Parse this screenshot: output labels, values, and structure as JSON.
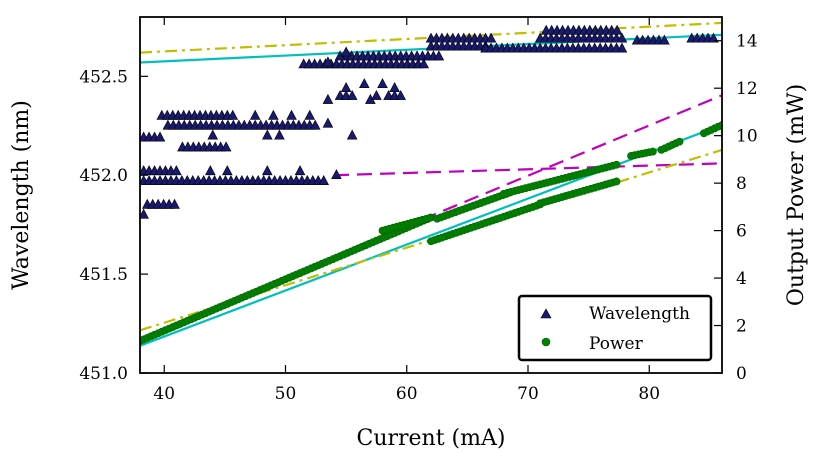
{
  "chart_data": {
    "type": "scatter",
    "xlabel": "Current (mA)",
    "ylabel_left": "Wavelength (nm)",
    "ylabel_right": "Output Power (mW)",
    "xlim": [
      38,
      86
    ],
    "ylim_left": [
      451.0,
      452.8
    ],
    "ylim_right": [
      0,
      15
    ],
    "xticks": [
      "40",
      "50",
      "60",
      "70",
      "80"
    ],
    "yticks_left": [
      "451.0",
      "451.5",
      "452.0",
      "452.5"
    ],
    "yticks_right": [
      "0",
      "2",
      "4",
      "6",
      "8",
      "10",
      "12",
      "14"
    ],
    "legend": {
      "position": "lower-right",
      "entries": [
        "Wavelength",
        "Power"
      ]
    },
    "colors": {
      "wavelength_marker": "#191970",
      "power_marker": "#008000",
      "power_marker_edge": "#006400",
      "fit_cyan": "#00bfbf",
      "fit_yellow": "#bfbf00",
      "fit_magenta": "#bf00bf"
    },
    "wavelength_segments": [
      {
        "x0": 38.3,
        "x1": 38.7,
        "step": 0.5,
        "y": 451.8
      },
      {
        "x0": 38.6,
        "x1": 41.2,
        "step": 0.45,
        "y": 451.85
      },
      {
        "x0": 38.3,
        "x1": 53.2,
        "step": 0.45,
        "y": 451.97
      },
      {
        "x0": 38.3,
        "x1": 41.0,
        "step": 0.45,
        "y": 452.02
      },
      {
        "x0": 38.3,
        "x1": 40.0,
        "step": 0.45,
        "y": 452.19
      },
      {
        "x0": 39.8,
        "x1": 45.8,
        "step": 0.45,
        "y": 452.3
      },
      {
        "x0": 40.3,
        "x1": 52.5,
        "step": 0.45,
        "y": 452.25
      },
      {
        "x0": 41.5,
        "x1": 45.5,
        "step": 0.45,
        "y": 452.14
      },
      {
        "x0": 51.5,
        "x1": 61.5,
        "step": 0.45,
        "y": 452.56
      },
      {
        "x0": 55.0,
        "x1": 63.0,
        "step": 0.45,
        "y": 452.6
      },
      {
        "x0": 62.0,
        "x1": 66.5,
        "step": 0.45,
        "y": 452.65
      },
      {
        "x0": 62.0,
        "x1": 67.0,
        "step": 0.45,
        "y": 452.69
      },
      {
        "x0": 66.5,
        "x1": 77.8,
        "step": 0.45,
        "y": 452.64
      },
      {
        "x0": 71.0,
        "x1": 78.0,
        "step": 0.45,
        "y": 452.69
      },
      {
        "x0": 71.5,
        "x1": 77.5,
        "step": 0.45,
        "y": 452.73
      },
      {
        "x0": 79.0,
        "x1": 81.5,
        "step": 0.45,
        "y": 452.68
      },
      {
        "x0": 83.5,
        "x1": 85.5,
        "step": 0.45,
        "y": 452.69
      }
    ],
    "wavelength_points": [
      {
        "x": 43.8,
        "y": 452.02
      },
      {
        "x": 45.2,
        "y": 452.02
      },
      {
        "x": 48.5,
        "y": 452.02
      },
      {
        "x": 51.2,
        "y": 452.02
      },
      {
        "x": 54.2,
        "y": 452.0
      },
      {
        "x": 53.5,
        "y": 452.26
      },
      {
        "x": 47.5,
        "y": 452.3
      },
      {
        "x": 49.0,
        "y": 452.3
      },
      {
        "x": 50.5,
        "y": 452.3
      },
      {
        "x": 52.0,
        "y": 452.3
      },
      {
        "x": 48.5,
        "y": 452.2
      },
      {
        "x": 49.5,
        "y": 452.2
      },
      {
        "x": 44.0,
        "y": 452.2
      },
      {
        "x": 54.5,
        "y": 452.4
      },
      {
        "x": 55.0,
        "y": 452.4
      },
      {
        "x": 55.5,
        "y": 452.4
      },
      {
        "x": 55.0,
        "y": 452.44
      },
      {
        "x": 55.5,
        "y": 452.2
      },
      {
        "x": 53.5,
        "y": 452.38
      },
      {
        "x": 56.5,
        "y": 452.46
      },
      {
        "x": 57.0,
        "y": 452.38
      },
      {
        "x": 57.5,
        "y": 452.4
      },
      {
        "x": 58.0,
        "y": 452.46
      },
      {
        "x": 58.5,
        "y": 452.4
      },
      {
        "x": 59.0,
        "y": 452.4
      },
      {
        "x": 59.5,
        "y": 452.4
      },
      {
        "x": 59.0,
        "y": 452.44
      },
      {
        "x": 53.5,
        "y": 452.57
      },
      {
        "x": 54.5,
        "y": 452.6
      },
      {
        "x": 55.0,
        "y": 452.62
      }
    ],
    "power_segments": [
      {
        "x0": 38.0,
        "x1": 62.0,
        "step": 0.3,
        "yA": 1.35,
        "yB": 6.55
      },
      {
        "x0": 58.0,
        "x1": 62.0,
        "step": 0.3,
        "yA": 6.0,
        "yB": 6.55
      },
      {
        "x0": 62.5,
        "x1": 68.5,
        "step": 0.3,
        "yA": 6.5,
        "yB": 7.6
      },
      {
        "x0": 68.0,
        "x1": 77.5,
        "step": 0.3,
        "yA": 7.55,
        "yB": 8.8
      },
      {
        "x0": 62.0,
        "x1": 71.0,
        "step": 0.3,
        "yA": 5.55,
        "yB": 7.1
      },
      {
        "x0": 71.0,
        "x1": 77.5,
        "step": 0.3,
        "yA": 7.15,
        "yB": 8.1
      },
      {
        "x0": 78.5,
        "x1": 80.5,
        "step": 0.3,
        "yA": 9.15,
        "yB": 9.35
      },
      {
        "x0": 81.0,
        "x1": 82.5,
        "step": 0.3,
        "yA": 9.4,
        "yB": 9.75
      },
      {
        "x0": 84.5,
        "x1": 86.0,
        "step": 0.3,
        "yA": 10.1,
        "yB": 10.45
      }
    ],
    "fits": [
      {
        "axis": "left",
        "style": "solid",
        "color": "#00bfbf",
        "x": [
          38,
          86
        ],
        "y": [
          452.57,
          452.71
        ]
      },
      {
        "axis": "left",
        "style": "dashdot",
        "color": "#bfbf00",
        "x": [
          38,
          86
        ],
        "y": [
          452.62,
          452.77
        ]
      },
      {
        "axis": "left",
        "style": "dashed",
        "color": "#bf00bf",
        "x": [
          54,
          86
        ],
        "y": [
          452.0,
          452.06
        ]
      },
      {
        "axis": "right",
        "style": "solid",
        "color": "#00bfbf",
        "x": [
          38,
          86
        ],
        "y": [
          1.15,
          10.45
        ]
      },
      {
        "axis": "right",
        "style": "dashdot",
        "color": "#bfbf00",
        "x": [
          38,
          86
        ],
        "y": [
          1.8,
          9.4
        ]
      },
      {
        "axis": "right",
        "style": "dashed",
        "color": "#bf00bf",
        "x": [
          56,
          86
        ],
        "y": [
          5.35,
          11.7
        ]
      }
    ]
  }
}
